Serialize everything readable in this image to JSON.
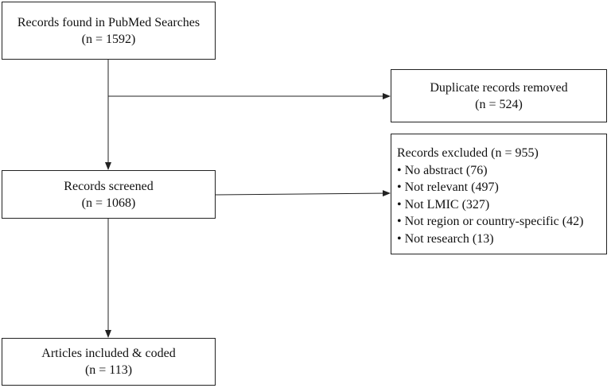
{
  "diagram": {
    "records_found": {
      "line1": "Records found in PubMed Searches",
      "line2": "(n = 1592)"
    },
    "duplicates": {
      "line1": "Duplicate records removed",
      "line2": "(n = 524)"
    },
    "screened": {
      "line1": "Records screened",
      "line2": "(n = 1068)"
    },
    "excluded": {
      "title": "Records excluded (n = 955)",
      "items": [
        "• No abstract (76)",
        "• Not relevant (497)",
        "• Not LMIC (327)",
        "• Not region or country-specific (42)",
        "• Not research (13)"
      ]
    },
    "included": {
      "line1": "Articles included & coded",
      "line2": "(n = 113)"
    }
  }
}
